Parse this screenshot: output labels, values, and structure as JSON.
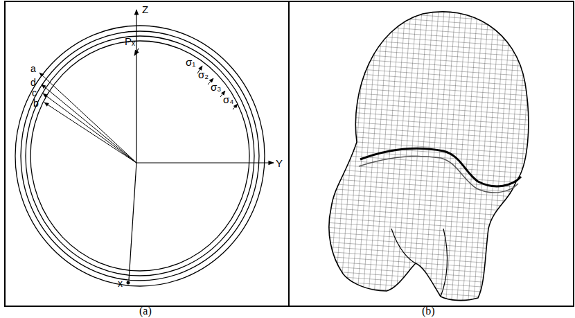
{
  "diagram": {
    "labels": [
      "Z",
      "Pₓ",
      "σ₁",
      "σ₂",
      "σ₃",
      "σ₄",
      "a",
      "d",
      "c",
      "b",
      "Y",
      "x",
      "(a)",
      "(b)"
    ]
  }
}
